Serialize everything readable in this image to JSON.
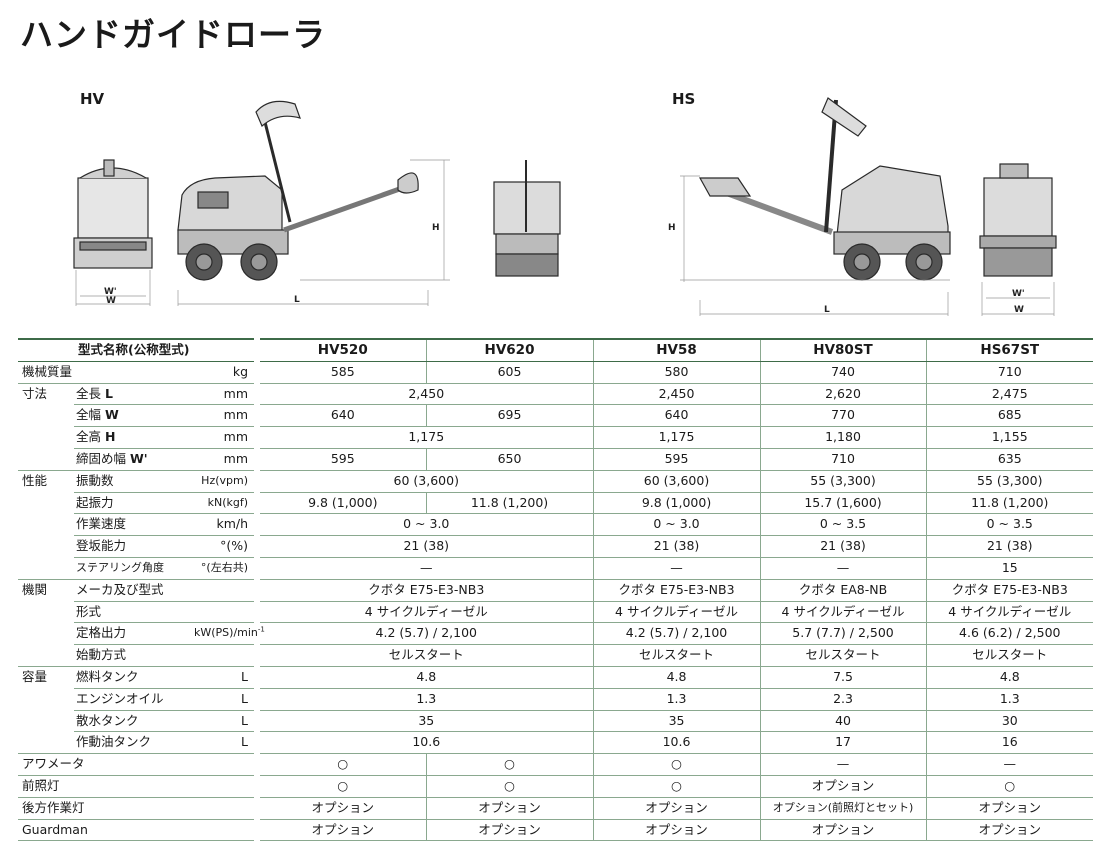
{
  "page": {
    "title": "ハンドガイドローラ"
  },
  "diagrams": {
    "hv": {
      "label": "HV",
      "dim_w_prime": "W'",
      "dim_w": "W",
      "dim_l": "L",
      "dim_h": "H"
    },
    "hs": {
      "label": "HS",
      "dim_w_prime": "W'",
      "dim_w": "W",
      "dim_l": "L",
      "dim_h": "H"
    }
  },
  "table": {
    "header_label": "型式名称(公称型式)",
    "models": [
      "HV520",
      "HV620",
      "HV58",
      "HV80ST",
      "HS67ST"
    ],
    "rows": [
      {
        "cat": "",
        "item": "機械質量",
        "unit": "kg",
        "cells": [
          "585",
          "605",
          "580",
          "740",
          "710"
        ]
      },
      {
        "cat": "寸法",
        "item": "全長 ",
        "item_bold": "L",
        "unit": "mm",
        "cells": [
          "2,450",
          null,
          "2,450",
          "2,620",
          "2,475"
        ]
      },
      {
        "cat": "",
        "item": "全幅 ",
        "item_bold": "W",
        "unit": "mm",
        "cells": [
          "640",
          "695",
          "640",
          "770",
          "685"
        ]
      },
      {
        "cat": "",
        "item": "全高 ",
        "item_bold": "H",
        "unit": "mm",
        "cells": [
          "1,175",
          null,
          "1,175",
          "1,180",
          "1,155"
        ]
      },
      {
        "cat": "",
        "item": "締固め幅 ",
        "item_bold": "W'",
        "unit": "mm",
        "cells": [
          "595",
          "650",
          "595",
          "710",
          "635"
        ]
      },
      {
        "cat": "性能",
        "item": "振動数",
        "unit": "Hz(vpm)",
        "cells": [
          "60 (3,600)",
          null,
          "60 (3,600)",
          "55 (3,300)",
          "55 (3,300)"
        ]
      },
      {
        "cat": "",
        "item": "起振力",
        "unit": "kN(kgf)",
        "cells": [
          "9.8 (1,000)",
          "11.8 (1,200)",
          "9.8 (1,000)",
          "15.7 (1,600)",
          "11.8 (1,200)"
        ]
      },
      {
        "cat": "",
        "item": "作業速度",
        "unit": "km/h",
        "cells": [
          "0 ~ 3.0",
          null,
          "0 ~ 3.0",
          "0 ~ 3.5",
          "0 ~ 3.5"
        ]
      },
      {
        "cat": "",
        "item": "登坂能力",
        "unit": "°(%)",
        "cells": [
          "21 (38)",
          null,
          "21 (38)",
          "21 (38)",
          "21 (38)"
        ]
      },
      {
        "cat": "",
        "item": "ステアリング角度",
        "unit": "°(左右共)",
        "cells": [
          "—",
          null,
          "—",
          "—",
          "15"
        ]
      },
      {
        "cat": "機関",
        "item": "メーカ及び型式",
        "unit": "",
        "cells": [
          "クボタ E75-E3-NB3",
          null,
          "クボタ E75-E3-NB3",
          "クボタ EA8-NB",
          "クボタ E75-E3-NB3"
        ]
      },
      {
        "cat": "",
        "item": "形式",
        "unit": "",
        "cells": [
          "4 サイクルディーゼル",
          null,
          "4 サイクルディーゼル",
          "4 サイクルディーゼル",
          "4 サイクルディーゼル"
        ]
      },
      {
        "cat": "",
        "item": "定格出力",
        "unit": "kW(PS)/min",
        "unit_sup": "-1",
        "cells": [
          "4.2 (5.7) / 2,100",
          null,
          "4.2 (5.7) / 2,100",
          "5.7 (7.7) / 2,500",
          "4.6 (6.2) / 2,500"
        ]
      },
      {
        "cat": "",
        "item": "始動方式",
        "unit": "",
        "cells": [
          "セルスタート",
          null,
          "セルスタート",
          "セルスタート",
          "セルスタート"
        ]
      },
      {
        "cat": "容量",
        "item": "燃料タンク",
        "unit": "L",
        "cells": [
          "4.8",
          null,
          "4.8",
          "7.5",
          "4.8"
        ]
      },
      {
        "cat": "",
        "item": "エンジンオイル",
        "unit": "L",
        "cells": [
          "1.3",
          null,
          "1.3",
          "2.3",
          "1.3"
        ]
      },
      {
        "cat": "",
        "item": "散水タンク",
        "unit": "L",
        "cells": [
          "35",
          null,
          "35",
          "40",
          "30"
        ]
      },
      {
        "cat": "",
        "item": "作動油タンク",
        "unit": "L",
        "cells": [
          "10.6",
          null,
          "10.6",
          "17",
          "16"
        ]
      },
      {
        "cat": "",
        "item": "アワメータ",
        "unit": "",
        "cells": [
          "○",
          "○",
          "○",
          "—",
          "—"
        ]
      },
      {
        "cat": "",
        "item": "前照灯",
        "unit": "",
        "cells": [
          "○",
          "○",
          "○",
          "オプション",
          "○"
        ]
      },
      {
        "cat": "",
        "item": "後方作業灯",
        "unit": "",
        "cells": [
          "オプション",
          "オプション",
          "オプション",
          "オプション(前照灯とセット)",
          "オプション"
        ]
      },
      {
        "cat": "",
        "item": "Guardman",
        "unit": "",
        "cells": [
          "オプション",
          "オプション",
          "オプション",
          "オプション",
          "オプション"
        ]
      }
    ]
  }
}
